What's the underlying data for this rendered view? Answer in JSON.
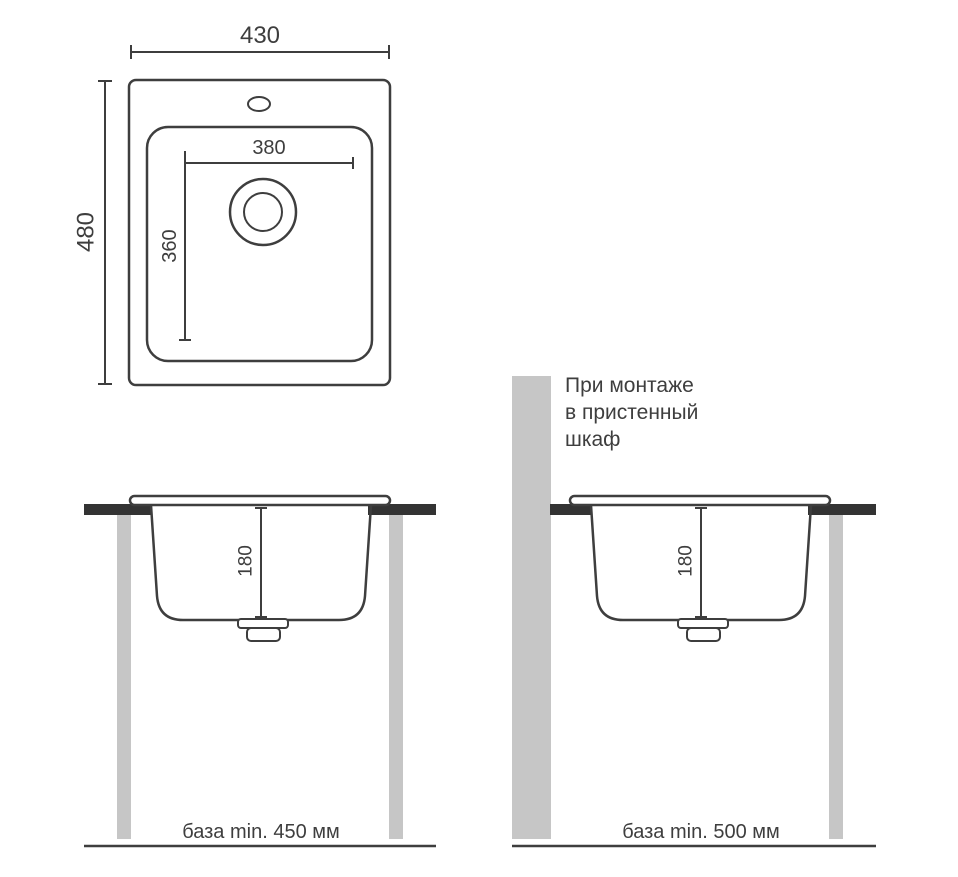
{
  "colors": {
    "background": "#ffffff",
    "line": "#3e3e3e",
    "text": "#3e3e3e",
    "countertop": "#333333",
    "leg": "#c6c6c6",
    "panel": "#c6c6c6"
  },
  "top_view": {
    "width_label": "430",
    "height_label": "480",
    "bowl_width_label": "380",
    "bowl_height_label": "360"
  },
  "side_view_left": {
    "depth_label": "180",
    "base_label": "база min. 450 мм"
  },
  "side_view_right": {
    "depth_label": "180",
    "base_label": "база min. 500 мм",
    "note_line1": "При монтаже",
    "note_line2": "в пристенный",
    "note_line3": "шкаф"
  }
}
